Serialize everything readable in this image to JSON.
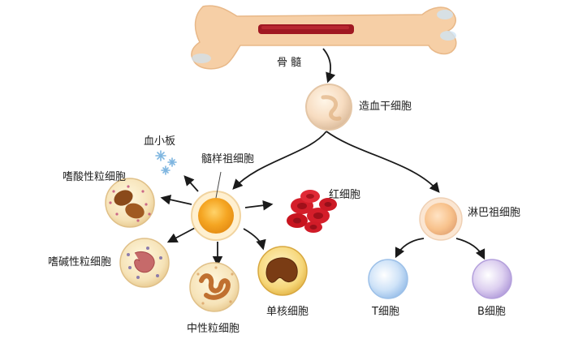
{
  "labels": {
    "bone_marrow": "骨 髓",
    "hematopoietic_stem_cell": "造血干细胞",
    "platelet": "血小板",
    "myeloid_progenitor": "髓样祖细胞",
    "eosinophil": "嗜酸性粒细胞",
    "red_blood_cell": "红细胞",
    "basophil": "嗜碱性粒细胞",
    "lymphoid_progenitor": "淋巴祖细胞",
    "neutrophil": "中性粒细胞",
    "monocyte": "单核细胞",
    "t_cell": "T细胞",
    "b_cell": "B细胞"
  },
  "colors": {
    "bone": "#f6cfa6",
    "marrow": "#a01822",
    "arrow": "#1a1a1a",
    "myeloid_cell": "#f5a623",
    "lymphoid_cell": "#f8c28c",
    "red_cell": "#d41e2a",
    "t_cell": "#a9ccf0",
    "b_cell": "#c9b6e6",
    "platelet": "#9cc9ea"
  }
}
